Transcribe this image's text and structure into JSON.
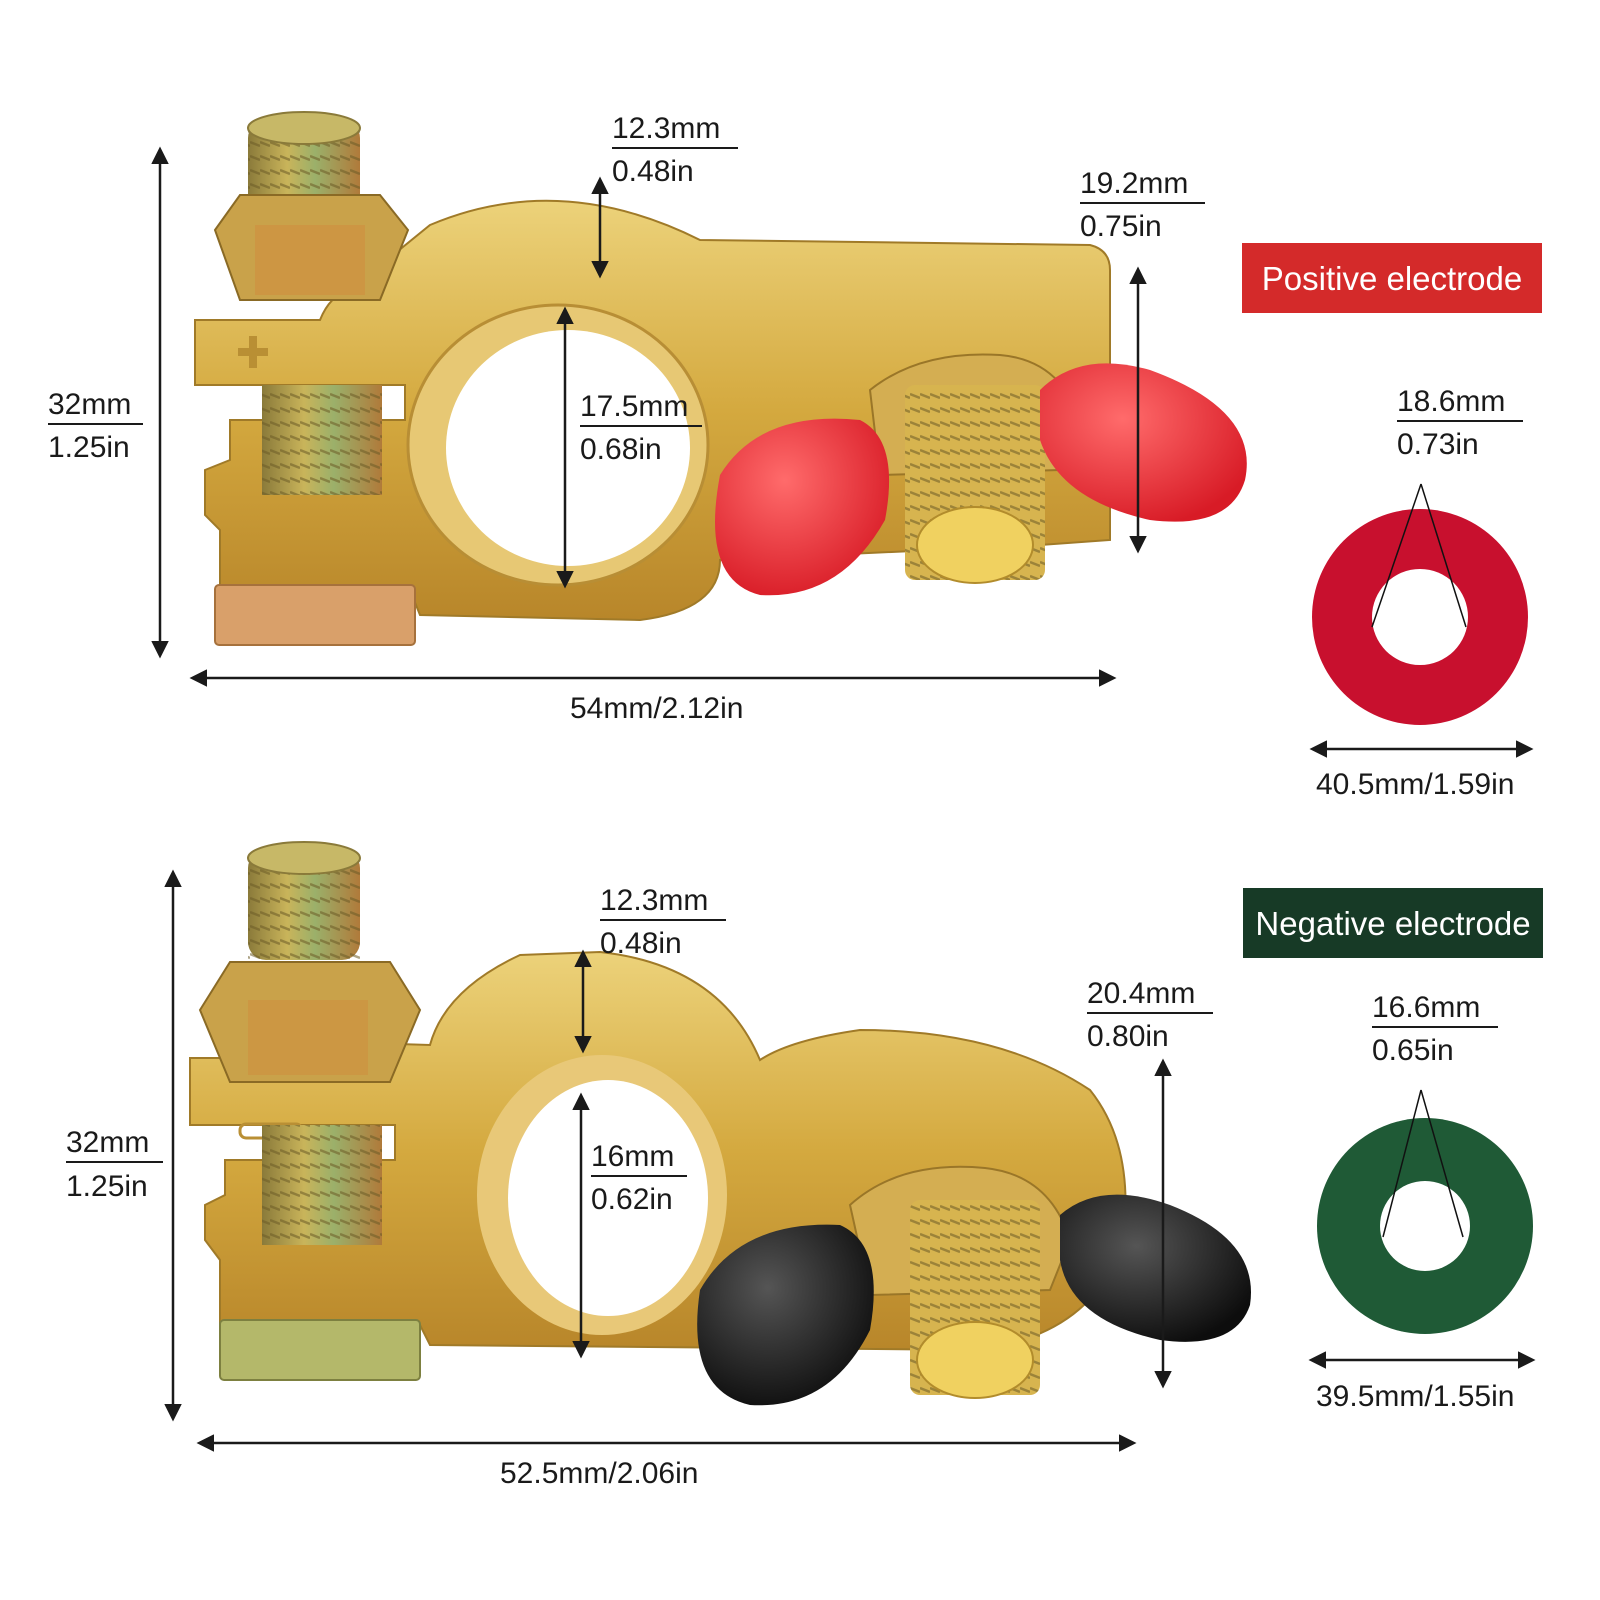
{
  "colors": {
    "positive_badge": "#d42a2a",
    "negative_badge": "#173a26",
    "brass": "#d9b24a",
    "red_cap": "#e3262f",
    "black_cap": "#151515",
    "red_washer": "#c8102e",
    "green_washer": "#1f5a36"
  },
  "positive": {
    "badge_label": "Positive electrode",
    "height_mm": "32mm",
    "height_in": "1.25in",
    "clamp_thickness_mm": "12.3mm",
    "clamp_thickness_in": "0.48in",
    "bore_mm": "17.5mm",
    "bore_in": "0.68in",
    "tab_height_mm": "19.2mm",
    "tab_height_in": "0.75in",
    "total_length": "54mm/2.12in",
    "washer_inner_mm": "18.6mm",
    "washer_inner_in": "0.73in",
    "washer_outer": "40.5mm/1.59in",
    "icons": [
      "plus-sign-icon",
      "red-wing-nut-icon",
      "red-washer-icon"
    ]
  },
  "negative": {
    "badge_label": "Negative electrode",
    "height_mm": "32mm",
    "height_in": "1.25in",
    "clamp_thickness_mm": "12.3mm",
    "clamp_thickness_in": "0.48in",
    "bore_mm": "16mm",
    "bore_in": "0.62in",
    "tab_height_mm": "20.4mm",
    "tab_height_in": "0.80in",
    "total_length": "52.5mm/2.06in",
    "washer_inner_mm": "16.6mm",
    "washer_inner_in": "0.65in",
    "washer_outer": "39.5mm/1.55in",
    "icons": [
      "minus-sign-icon",
      "black-wing-nut-icon",
      "green-washer-icon"
    ]
  }
}
